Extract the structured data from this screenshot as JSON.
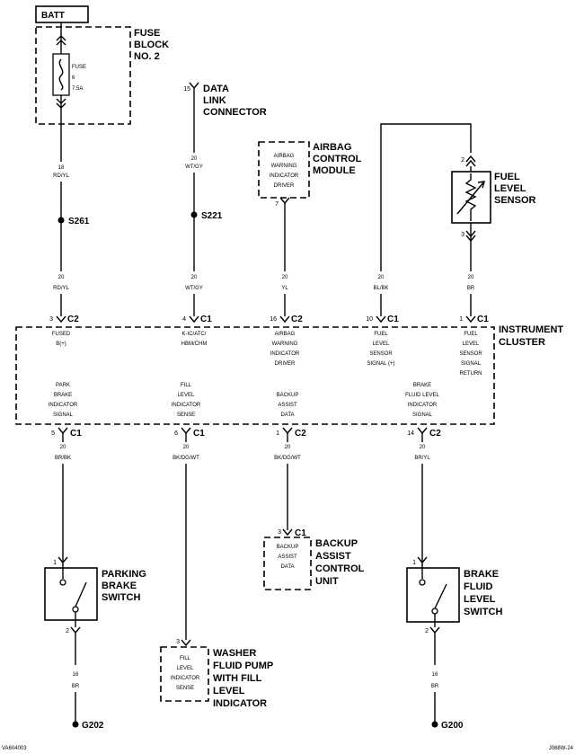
{
  "batt": "BATT",
  "fuse_block": {
    "title_lines": [
      "FUSE",
      "BLOCK",
      "NO. 2"
    ],
    "fuse_lines": [
      "FUSE",
      "6",
      "7.5A"
    ]
  },
  "dlc": {
    "pin": "15",
    "title_lines": [
      "DATA",
      "LINK",
      "CONNECTOR"
    ]
  },
  "acm": {
    "pin": "7",
    "title_lines": [
      "AIRBAG",
      "CONTROL",
      "MODULE"
    ],
    "inner_lines": [
      "AIRBAG",
      "WARNING",
      "INDICATOR",
      "DRIVER"
    ]
  },
  "fuel_sensor": {
    "pin_top": "2",
    "pin_bottom": "3",
    "title_lines": [
      "FUEL",
      "LEVEL",
      "SENSOR"
    ]
  },
  "splices": {
    "s261": "S261",
    "s221": "S221"
  },
  "wires_top": [
    {
      "gauge": "18",
      "color": "RD/YL"
    },
    {
      "gauge": "20",
      "color": "WT/GY"
    }
  ],
  "wires_mid": [
    {
      "gauge": "20",
      "color": "RD/YL"
    },
    {
      "gauge": "20",
      "color": "WT/GY"
    },
    {
      "gauge": "20",
      "color": "YL"
    },
    {
      "gauge": "20",
      "color": "BL/BK"
    },
    {
      "gauge": "20",
      "color": "BR"
    }
  ],
  "cluster": {
    "title_lines": [
      "INSTRUMENT",
      "CLUSTER"
    ],
    "top_conns": [
      {
        "pin": "3",
        "conn": "C2",
        "lines": [
          "FUSED",
          "B(+)"
        ]
      },
      {
        "pin": "4",
        "conn": "C1",
        "lines": [
          "K-IC/ATC/",
          "HBM/CHM"
        ]
      },
      {
        "pin": "16",
        "conn": "C2",
        "lines": [
          "AIRBAG",
          "WARNING",
          "INDICATOR",
          "DRIVER"
        ]
      },
      {
        "pin": "10",
        "conn": "C1",
        "lines": [
          "FUEL",
          "LEVEL",
          "SENSOR",
          "SIGNAL (+)"
        ]
      },
      {
        "pin": "1",
        "conn": "C1",
        "lines": [
          "FUEL",
          "LEVEL",
          "SENSOR",
          "SIGNAL",
          "RETURN"
        ]
      }
    ],
    "bottom_conns": [
      {
        "pin": "5",
        "conn": "C1",
        "lines": [
          "PARK",
          "BRAKE",
          "INDICATOR",
          "SIGNAL"
        ]
      },
      {
        "pin": "6",
        "conn": "C1",
        "lines": [
          "FILL",
          "LEVEL",
          "INDICATOR",
          "SENSE"
        ]
      },
      {
        "pin": "1",
        "conn": "C2",
        "lines": [
          "BACKUP",
          "ASSIST",
          "DATA"
        ]
      },
      {
        "pin": "14",
        "conn": "C2",
        "lines": [
          "BRAKE",
          "FLUID LEVEL",
          "INDICATOR",
          "SIGNAL"
        ]
      }
    ]
  },
  "wires_bottom": [
    {
      "gauge": "20",
      "color": "BR/BK"
    },
    {
      "gauge": "20",
      "color": "BK/DG/WT"
    },
    {
      "gauge": "20",
      "color": "BK/DG/WT"
    },
    {
      "gauge": "20",
      "color": "BR/YL"
    }
  ],
  "parking_brake_switch": {
    "pin_top": "1",
    "pin_bottom": "2",
    "title_lines": [
      "PARKING",
      "BRAKE",
      "SWITCH"
    ]
  },
  "backup_module": {
    "pin": "3",
    "conn": "C1",
    "inner_lines": [
      "BACKUP",
      "ASSIST",
      "DATA"
    ],
    "title_lines": [
      "BACKUP",
      "ASSIST",
      "CONTROL",
      "UNIT"
    ]
  },
  "brake_fluid_switch": {
    "pin_top": "1",
    "pin_bottom": "2",
    "title_lines": [
      "BRAKE",
      "FLUID",
      "LEVEL",
      "SWITCH"
    ]
  },
  "washer_pump": {
    "pin": "3",
    "inner_lines": [
      "FILL",
      "LEVEL",
      "INDICATOR",
      "SENSE"
    ],
    "title_lines": [
      "WASHER",
      "FLUID PUMP",
      "WITH FILL",
      "LEVEL",
      "INDICATOR"
    ]
  },
  "ground_wires": [
    {
      "gauge": "16",
      "color": "BR"
    },
    {
      "gauge": "16",
      "color": "BR"
    }
  ],
  "grounds": {
    "g202": "G202",
    "g200": "G200"
  },
  "footer": {
    "left": "VA604003",
    "right": "J068W-24"
  }
}
